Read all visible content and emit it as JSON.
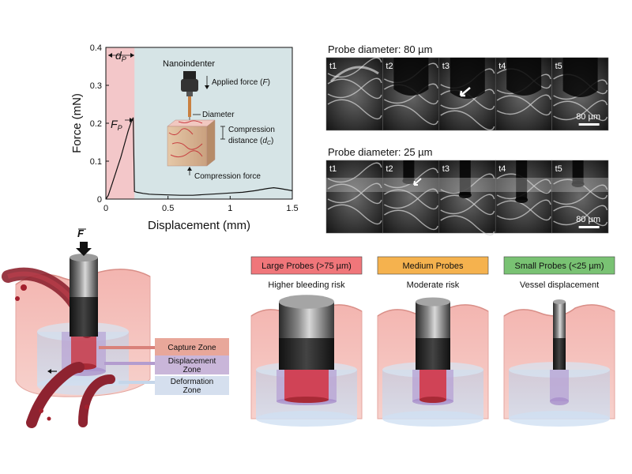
{
  "chart_data": {
    "type": "line",
    "xlabel": "Displacement (mm)",
    "ylabel": "Force (mN)",
    "xlim": [
      0,
      1.5
    ],
    "ylim": [
      0,
      0.4
    ],
    "x_ticks": [
      "0",
      "0.5",
      "1",
      "1.5"
    ],
    "y_ticks": [
      "0",
      "0.1",
      "0.2",
      "0.3",
      "0.4"
    ],
    "series": [
      {
        "x": [
          0,
          0.02,
          0.05,
          0.08,
          0.1,
          0.12,
          0.15,
          0.18,
          0.2,
          0.22,
          0.23,
          0.25,
          0.3,
          0.35,
          0.4,
          0.5,
          0.6,
          0.7,
          0.8,
          0.9,
          1.0,
          1.1,
          1.2,
          1.25,
          1.3,
          1.35,
          1.4,
          1.45,
          1.5
        ],
        "y": [
          0,
          0.01,
          0.04,
          0.07,
          0.09,
          0.11,
          0.145,
          0.18,
          0.2,
          0.215,
          0.02,
          0.018,
          0.015,
          0.013,
          0.012,
          0.011,
          0.01,
          0.01,
          0.012,
          0.014,
          0.016,
          0.018,
          0.022,
          0.025,
          0.028,
          0.03,
          0.028,
          0.025,
          0.022
        ]
      }
    ],
    "dp_label": "d",
    "dp_sub": "P",
    "fp_label": "F",
    "fp_sub": "P"
  },
  "inset": {
    "nanoindenter": "Nanoindenter",
    "applied_force": "Applied force (",
    "applied_force_var": "F",
    "applied_force_end": ")",
    "diameter": "Diameter",
    "compression_line1": "Compression",
    "compression_line2": "distance (",
    "compression_var": "d",
    "compression_sub": "C",
    "compression_end": ")",
    "compression_force": "Compression force"
  },
  "micrographs": {
    "row1_title": "Probe diameter: 80 µm",
    "row2_title": "Probe diameter: 25 µm",
    "frame_labels": [
      "t1",
      "t2",
      "t3",
      "t4",
      "t5"
    ],
    "scale_bar": "80 µm"
  },
  "schematic": {
    "force_label": "F",
    "zones": [
      "Capture Zone",
      "Displacement\nZone",
      "Deformation\nZone"
    ],
    "zone_colors": [
      "#e8a79a",
      "#c9b6d9",
      "#d5dfee"
    ]
  },
  "probes": [
    {
      "title": "Large Probes (>75 µm)",
      "caption": "Higher bleeding risk",
      "color": "#f0767a"
    },
    {
      "title": "Medium Probes",
      "caption": "Moderate risk",
      "color": "#f5b24e"
    },
    {
      "title": "Small Probes (<25 µm)",
      "caption": "Vessel displacement",
      "color": "#79c273"
    }
  ]
}
